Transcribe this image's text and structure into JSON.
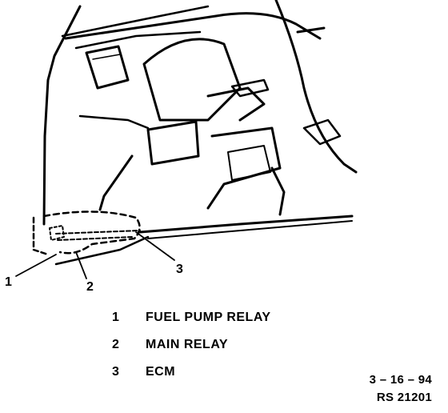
{
  "callouts": [
    "1",
    "2",
    "3"
  ],
  "legend": [
    {
      "num": "1",
      "label": "FUEL PUMP RELAY"
    },
    {
      "num": "2",
      "label": "MAIN RELAY"
    },
    {
      "num": "3",
      "label": "ECM"
    }
  ],
  "date_code": "3 – 16 – 94",
  "ref_code": "RS 21201"
}
